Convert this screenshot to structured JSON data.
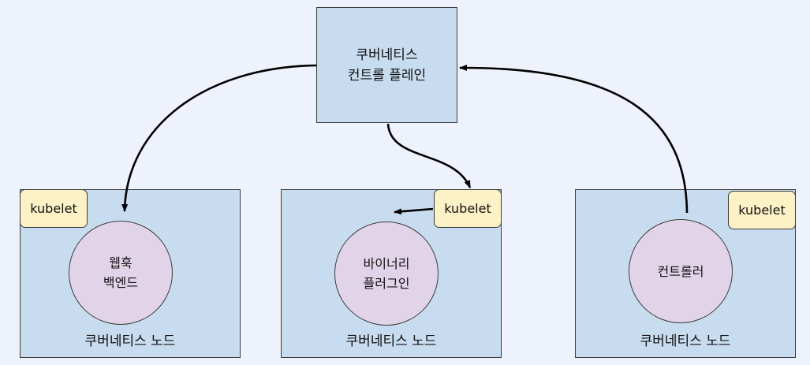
{
  "control_plane": {
    "label": "쿠버네티스\n컨트롤 플레인"
  },
  "nodes": [
    {
      "label": "쿠버네티스 노드",
      "kubelet": "kubelet",
      "pod": "웹훅\n백엔드"
    },
    {
      "label": "쿠버네티스 노드",
      "kubelet": "kubelet",
      "pod": "바이너리\n플러그인"
    },
    {
      "label": "쿠버네티스 노드",
      "kubelet": "kubelet",
      "pod": "컨트롤러"
    }
  ],
  "colors": {
    "background": "#eef2fc",
    "box_fill": "#c8dcef",
    "kubelet_fill": "#fdf1c6",
    "pod_fill": "#e1d4e8",
    "stroke": "#000000"
  }
}
